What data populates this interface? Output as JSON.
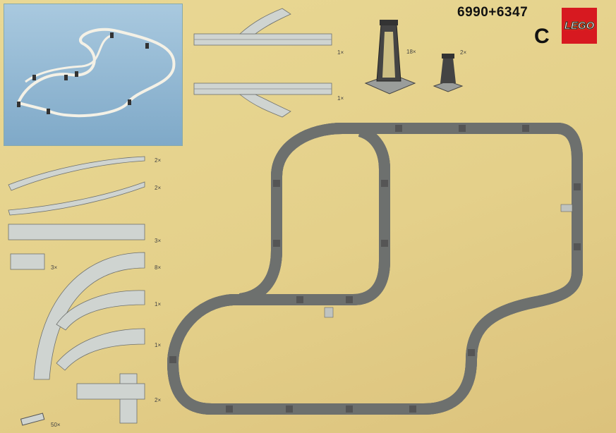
{
  "header": {
    "set_numbers": "6990+6347",
    "page_letter": "C",
    "logo_text": "LEGO"
  },
  "top_parts": [
    {
      "name": "switch-track-left",
      "qty": "1×"
    },
    {
      "name": "switch-track-right",
      "qty": "1×"
    },
    {
      "name": "tall-pillar",
      "qty": "18×"
    },
    {
      "name": "short-pillar",
      "qty": "2×"
    }
  ],
  "left_parts": [
    {
      "name": "ramp-track-up",
      "qty": "2×"
    },
    {
      "name": "ramp-track-down",
      "qty": "2×"
    },
    {
      "name": "long-straight-track",
      "qty": "3×"
    },
    {
      "name": "short-straight-track",
      "qty": "3×"
    },
    {
      "name": "curve-track",
      "qty": "8×"
    },
    {
      "name": "switch-curve-left",
      "qty": "1×"
    },
    {
      "name": "switch-curve-right",
      "qty": "1×"
    },
    {
      "name": "station-straight-track",
      "qty": "2×"
    },
    {
      "name": "plate-1x4",
      "qty": "50×"
    }
  ],
  "colors": {
    "background": "#e6d48e",
    "track": "#cfd4d1",
    "logo": "#d71920"
  }
}
